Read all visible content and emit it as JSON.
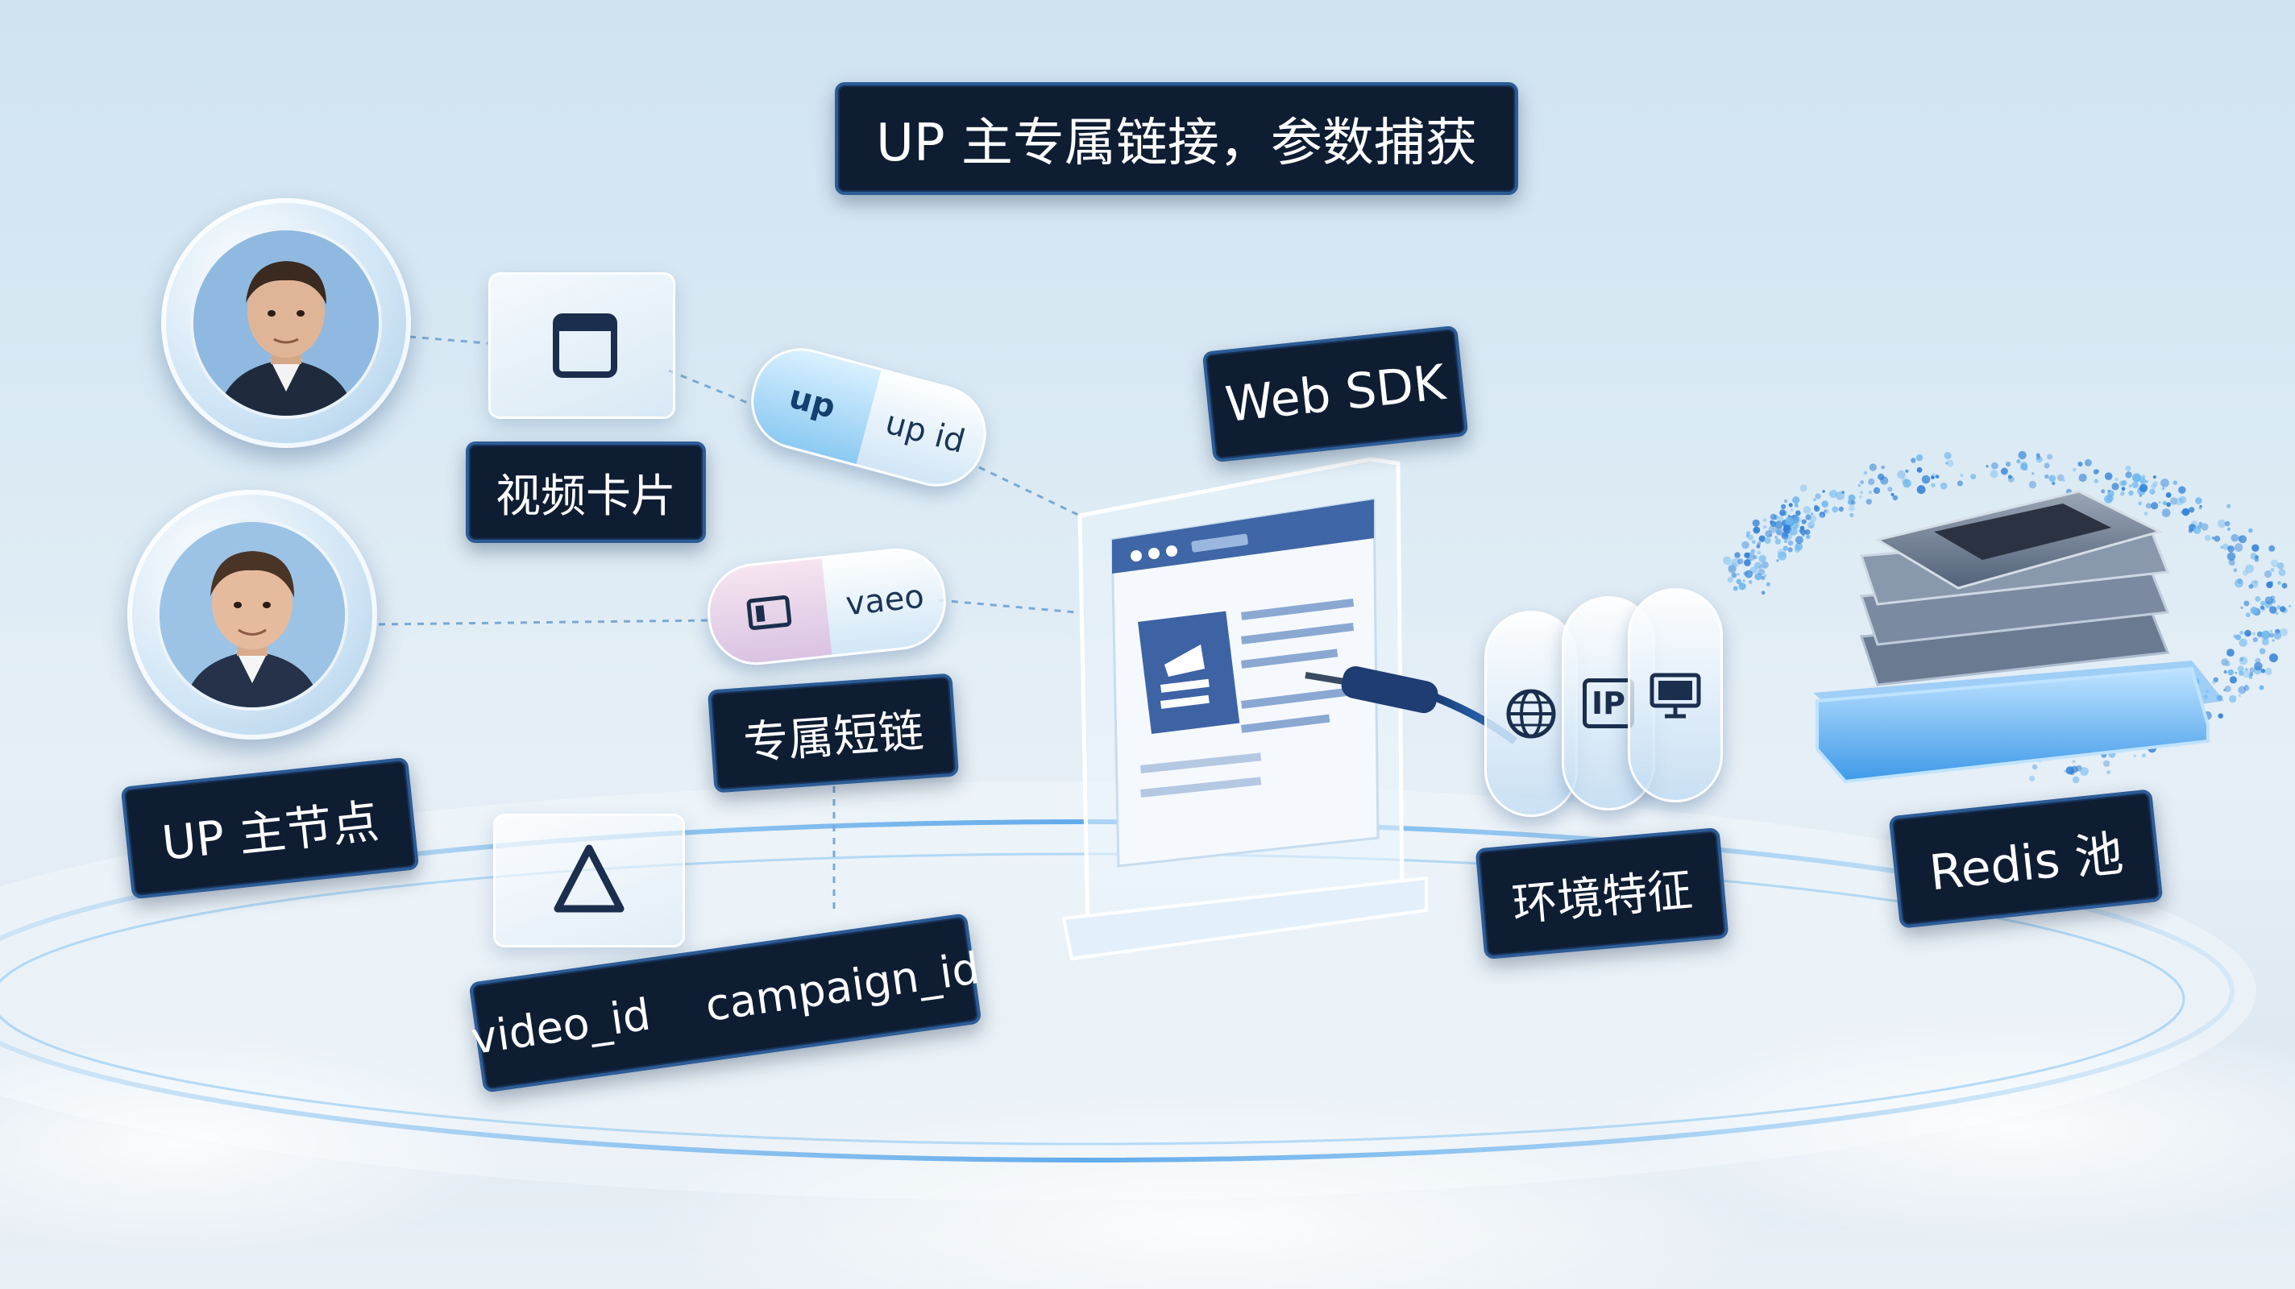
{
  "title": "UP 主专属链接，参数捕获",
  "nodes": {
    "up_node": "UP 主节点",
    "video_card": "视频卡片",
    "short_link": "专属短链",
    "web_sdk": "Web SDK",
    "env_features": "环境特征",
    "redis_pool": "Redis 池"
  },
  "params": {
    "video_id": "video_id",
    "campaign_id": "campaign_id"
  },
  "capsules": {
    "up_capsule_left": "up",
    "up_capsule_right": "up id",
    "video_capsule_right": "vaeo"
  },
  "env_icons": {
    "ip_text": "IP",
    "icons": [
      "globe-icon",
      "ip-icon",
      "monitor-icon"
    ]
  },
  "colors": {
    "label_bg": "#0f1d33",
    "label_border": "#2c5c97",
    "accent": "#2f7fd6",
    "glow": "#4fb0ff"
  }
}
